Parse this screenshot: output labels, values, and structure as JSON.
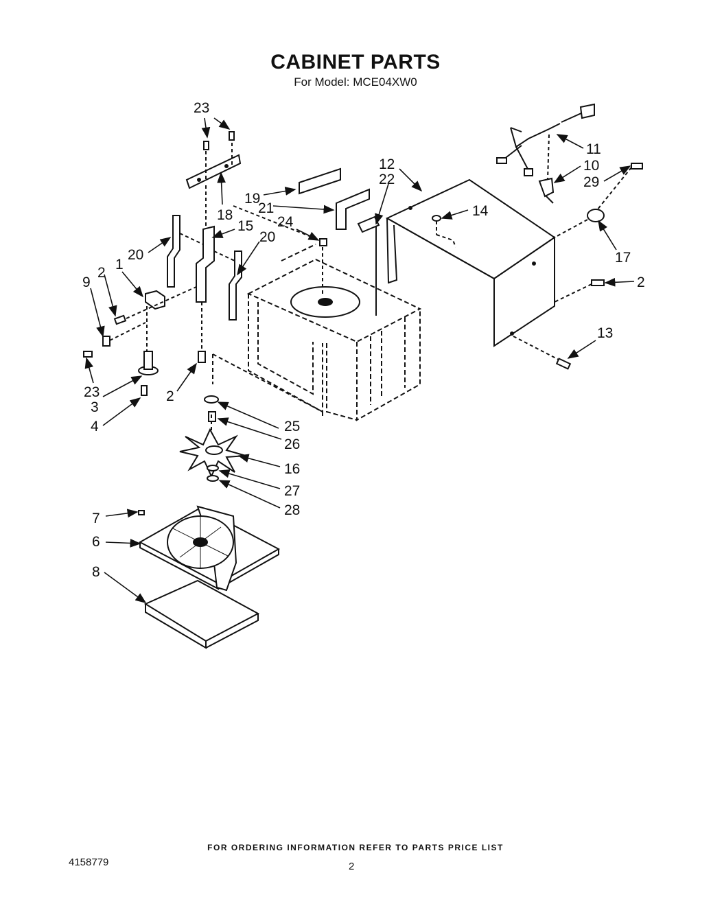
{
  "header": {
    "title": "CABINET PARTS",
    "subtitle": "For Model: MCE04XW0"
  },
  "callouts": {
    "c1": "1",
    "c2a": "2",
    "c2b": "2",
    "c2c": "2",
    "c3": "3",
    "c4": "4",
    "c6": "6",
    "c7": "7",
    "c8": "8",
    "c9": "9",
    "c10": "10",
    "c11": "11",
    "c12": "12",
    "c13": "13",
    "c14": "14",
    "c15": "15",
    "c16": "16",
    "c17": "17",
    "c18": "18",
    "c19": "19",
    "c20a": "20",
    "c20b": "20",
    "c21": "21",
    "c22": "22",
    "c23a": "23",
    "c23b": "23",
    "c24": "24",
    "c25": "25",
    "c26": "26",
    "c27": "27",
    "c28": "28",
    "c29": "29"
  },
  "footer": {
    "note": "FOR ORDERING INFORMATION REFER TO PARTS PRICE LIST",
    "doc_number": "4158779",
    "page_number": "2"
  }
}
